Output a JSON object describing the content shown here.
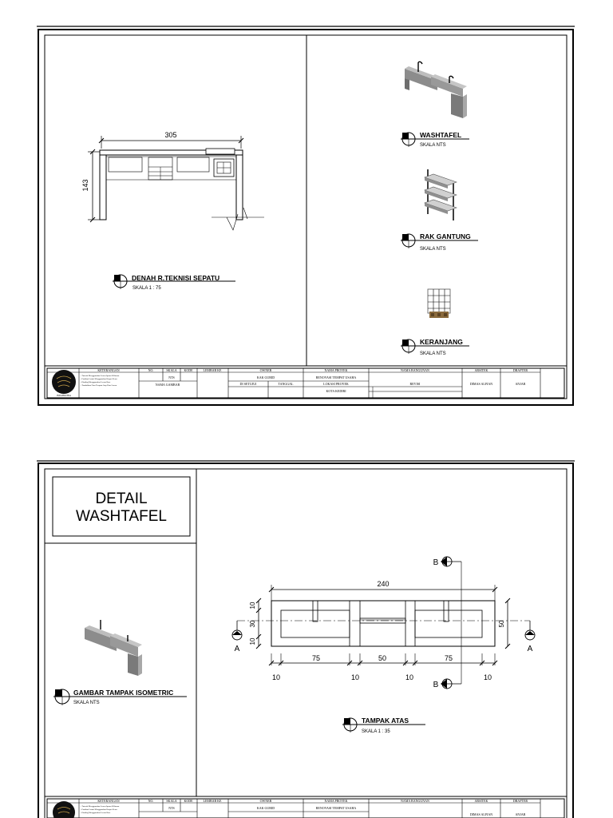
{
  "sheet1": {
    "plan": {
      "width_dim": "305",
      "height_dim": "143",
      "title": "DENAH R.TEKNISI SEPATU",
      "scale": "SKALA  1 : 75"
    },
    "items": [
      {
        "title": "WASHTAFEL",
        "scale": "SKALA  NTS"
      },
      {
        "title": "RAK GANTUNG",
        "scale": "SKALA  NTS"
      },
      {
        "title": "KERANJANG",
        "scale": "SKALA  NTS"
      }
    ],
    "titleblock": {
      "keterangan_header": "KETERANGAN",
      "notes": [
        "- Tutorial Menggunakan Lorem Ipsum Wiltonan",
        "- Pastikan Lantai Menggunakan Karpet Keras",
        "- Dinding Menggunakan Lorem Bass",
        "- Tambahkan Fitur Terapan Atap Fitur Lorem"
      ],
      "logo_text": "INDAHKUHIA",
      "no_header": "NO.",
      "skala_header": "SKALA",
      "kode_header": "KODE",
      "lembar_header": "LEMBAR KE",
      "skala_value": "NTS",
      "nama_gambar_header": "NAMA GAMBAR",
      "owner_header": "OWNER",
      "owner_value": "KAK GURID",
      "disetujui_header": "DI SETUJUI",
      "tanggal_header": "TANGGAL",
      "nama_proyek_header": "NAMA PROYEK",
      "nama_proyek_value": "RENOVASI TEMPAT USAHA",
      "lokasi_header": "LOKASI PROYEK",
      "lokasi_value": "KOTA KEDIRI",
      "nama_bangunan_header": "NAMA BANGUNAN",
      "revisi_value": "REVISI",
      "arsitek_header": "ARSITEK",
      "arsitek_value": "DIMAS ALFIAN",
      "drafter_header": "DRAFTER",
      "drafter_value": "ANJAR"
    }
  },
  "sheet2": {
    "detail_title_line1": "DETAIL",
    "detail_title_line2": "WASHTAFEL",
    "iso_title": "GAMBAR TAMPAK ISOMETRIC",
    "iso_scale": "SKALA  NTS",
    "top_view": {
      "title": "TAMPAK ATAS",
      "scale": "SKALA  1 : 35",
      "dim_total": "240",
      "dim_depth": "50",
      "dim_left_top": "10",
      "dim_left_mid": "30",
      "dim_left_bot": "10",
      "dim_bays": [
        "75",
        "50",
        "75"
      ],
      "dim_gaps": [
        "10",
        "10",
        "10",
        "10"
      ],
      "section_b": "B",
      "section_a": "A"
    }
  }
}
